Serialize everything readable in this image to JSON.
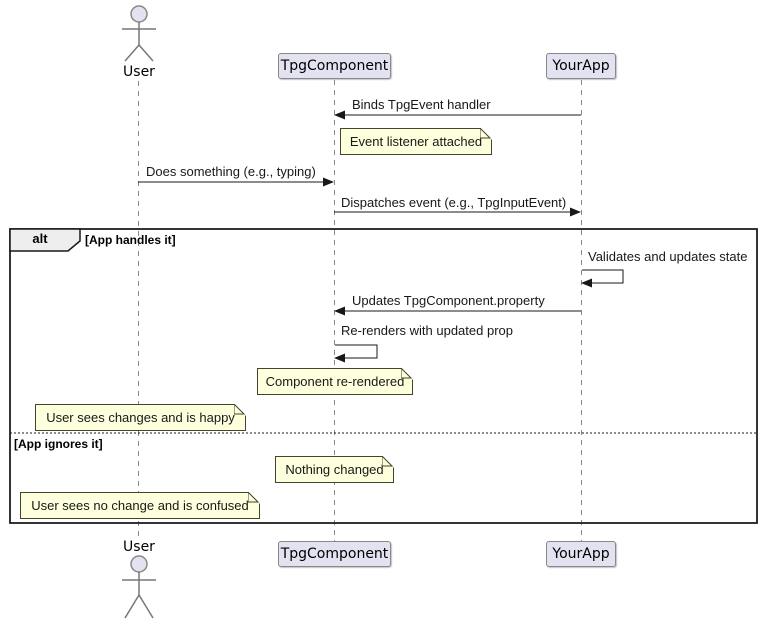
{
  "diagram": {
    "participants": {
      "user": "User",
      "component": "TpgComponent",
      "app": "YourApp"
    },
    "messages": {
      "bind_handler": "Binds TpgEvent handler",
      "does_something": "Does something (e.g., typing)",
      "dispatches_event": "Dispatches event (e.g., TpgInputEvent)",
      "validates": "Validates and updates state",
      "updates_property": "Updates TpgComponent.property",
      "rerenders": "Re-renders with updated prop"
    },
    "notes": {
      "listener_attached": "Event listener attached",
      "component_rerendered": "Component re-rendered",
      "user_happy": "User sees changes and is happy",
      "nothing_changed": "Nothing changed",
      "user_confused": "User sees no change and is confused"
    },
    "alt": {
      "operator": "alt",
      "guard_handles": "[App handles it]",
      "guard_ignores": "[App ignores it]"
    }
  },
  "colors": {
    "participant_fill": "#E2E2F0",
    "participant_border": "#888888",
    "note_fill": "#FEFFDD",
    "note_border": "#44442A",
    "message_line": "#181818",
    "lifeline": "#888888",
    "frame_border": "#181818",
    "frame_label_fill": "#EEEEEE"
  }
}
